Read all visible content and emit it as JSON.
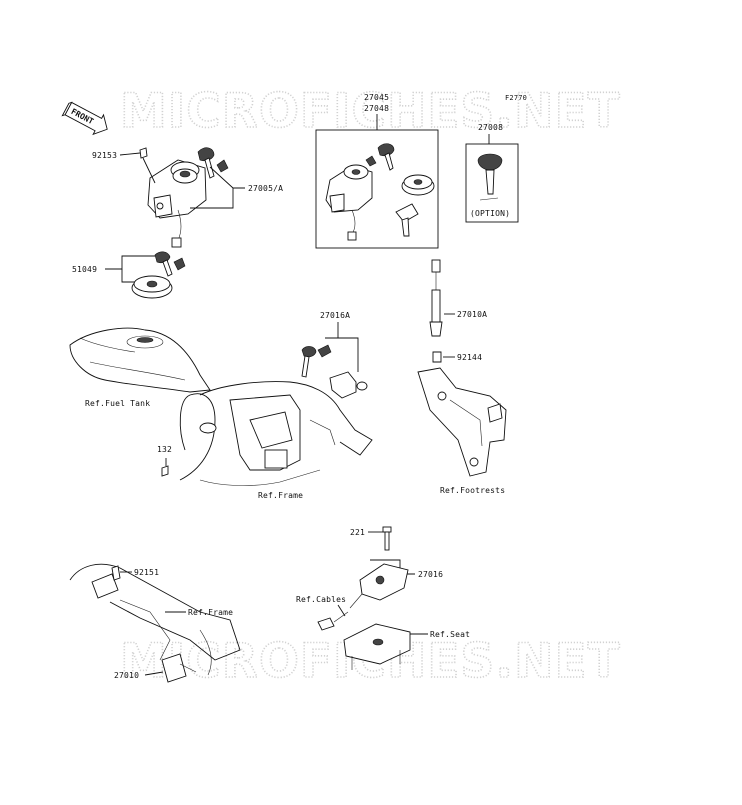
{
  "watermark": {
    "text": "MICROFICHES.NET"
  },
  "figure_code": "F2770",
  "front_badge": "FRONT",
  "labels": {
    "p92153": "92153",
    "p27005A": "27005/A",
    "p27045": "27045",
    "p27048": "27048",
    "p27008": "27008",
    "option": "(OPTION)",
    "p51049": "51049",
    "fuel_tank": "Ref.Fuel Tank",
    "p27016A": "27016A",
    "p27010A": "27010A",
    "p92144": "92144",
    "p132": "132",
    "frame_mid": "Ref.Frame",
    "footrests": "Ref.Footrests",
    "p221": "221",
    "p27016": "27016",
    "cables": "Ref.Cables",
    "seat": "Ref.Seat",
    "p92151": "92151",
    "frame_low": "Ref.Frame",
    "p27010": "27010"
  }
}
